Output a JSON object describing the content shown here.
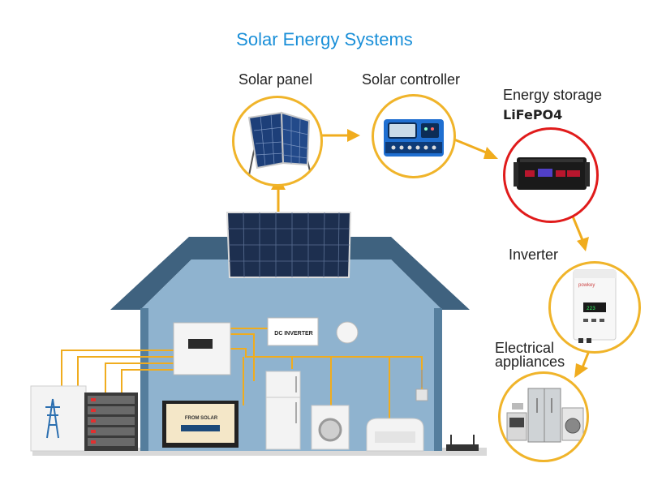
{
  "title": "Solar Energy Systems",
  "components": {
    "solar_panel": "Solar panel",
    "solar_controller": "Solar controller",
    "energy_storage": "Energy storage",
    "energy_storage_type": "LiFePO4",
    "inverter": "Inverter",
    "electrical_appliances": "Electrical appliances"
  },
  "house": {
    "dc_inverter_label": "DC INVERTER",
    "tv_screen_text": "FROM SOLAR",
    "inverter_brand": "powkey"
  },
  "colors": {
    "title": "#1a8fd8",
    "ring": "#f0b42a",
    "arrow": "#f0ac1e",
    "storage_ring": "#e01b1b",
    "house_wall": "#8fb3cf",
    "house_roof": "#3f627f",
    "wire": "#f0ac1e"
  }
}
